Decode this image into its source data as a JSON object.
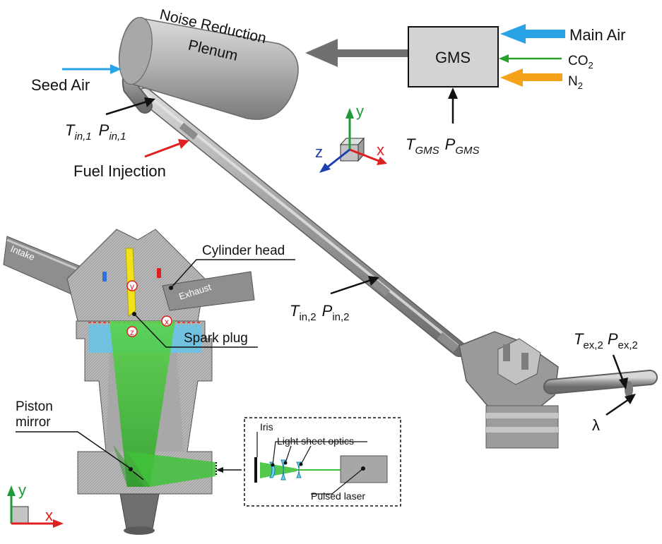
{
  "labels": {
    "plenum": "Noise Reduction",
    "plenum2": "Plenum",
    "gms": "GMS",
    "main_air": "Main Air",
    "co2": "CO",
    "co2_sub": "2",
    "n2": "N",
    "n2_sub": "2",
    "seed_air": "Seed Air",
    "fuel_injection": "Fuel Injection",
    "t_sym": "T",
    "p_sym": "P",
    "in1_sub": "in,1",
    "gms_sub": "GMS",
    "in2_sub": "in,2",
    "ex2_sub": "ex,2",
    "lambda": "λ",
    "cylinder_head": "Cylinder head",
    "spark_plug": "Spark plug",
    "intake": "Intake",
    "exhaust": "Exhaust",
    "piston_mirror": "Piston",
    "piston_mirror2": "mirror",
    "iris": "Iris",
    "light_sheet_optics": "Light sheet optics",
    "pulsed_laser": "Pulsed laser"
  },
  "axes": {
    "top": {
      "x": "x",
      "y": "y",
      "z": "z"
    },
    "bottom": {
      "x": "x",
      "y": "y"
    },
    "marks": {
      "x": "x",
      "y": "y",
      "z": "z"
    }
  },
  "colors": {
    "main_air": "#29a3e8",
    "seed_air": "#29a3e8",
    "co2": "#2aa02a",
    "n2": "#f5a21b",
    "fuel": "#e02020",
    "axis_x": "#e02020",
    "axis_y": "#1f9a3a",
    "axis_z": "#1a3fb0",
    "laser": "#3fc23a",
    "spark_plug": "#f2e21a"
  }
}
